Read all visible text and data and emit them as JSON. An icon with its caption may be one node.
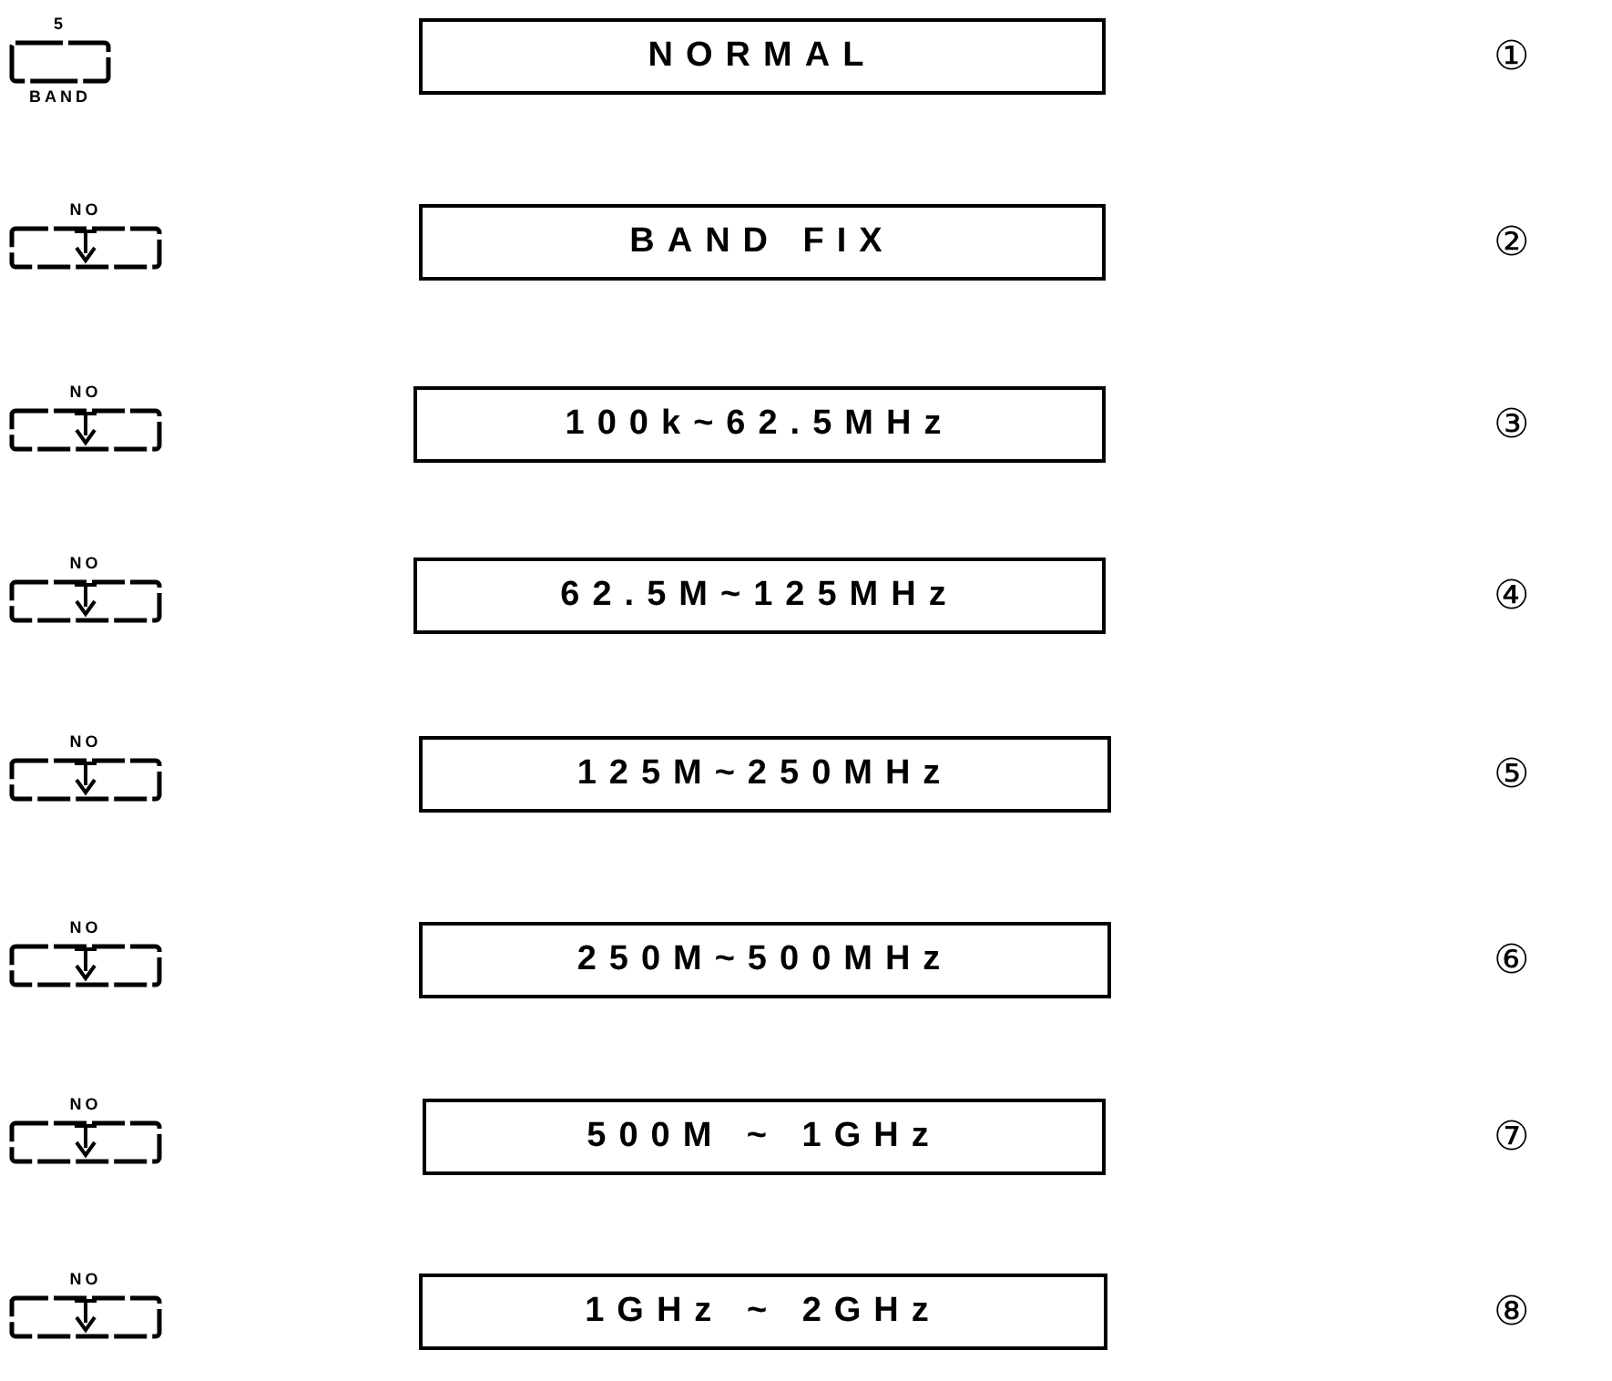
{
  "diagram": {
    "nodes": [
      {
        "text": [
          "5",
          "BAND"
        ]
      },
      {
        "text": [
          "NORMAL"
        ]
      },
      {
        "text": [
          "NO"
        ]
      },
      {
        "text": [
          "BAND FIX"
        ]
      },
      {
        "text": [
          "NO"
        ]
      },
      {
        "text": [
          "100k~62.5MHz"
        ]
      },
      {
        "text": [
          "NO"
        ]
      },
      {
        "text": [
          "62.5M~125MHz"
        ]
      },
      {
        "text": [
          "NO"
        ]
      },
      {
        "text": [
          "125M~250MHz"
        ]
      },
      {
        "text": [
          "NO"
        ]
      },
      {
        "text": [
          "250M~500MHz"
        ]
      },
      {
        "text": [
          "NO"
        ]
      },
      {
        "text": [
          "500M ~ 1GHz"
        ]
      },
      {
        "text": [
          "NO"
        ]
      },
      {
        "text": [
          "1GHz ~ 2GHz"
        ]
      }
    ],
    "labels": [
      "①",
      "②",
      "③",
      "④",
      "⑤",
      "⑥",
      "⑦",
      "⑧"
    ]
  }
}
